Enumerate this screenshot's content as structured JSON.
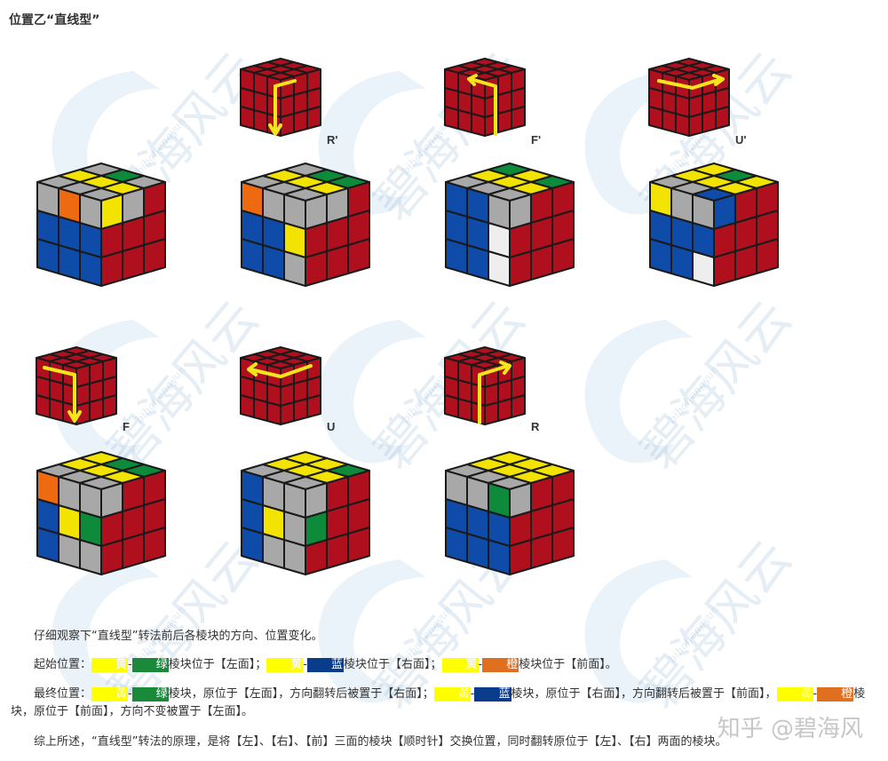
{
  "title": "位置乙“直线型”",
  "watermark": {
    "text": "碧海风云",
    "sub": "bihaifengyun"
  },
  "colors": {
    "red": "#b0101e",
    "green": "#0d8b3a",
    "blue": "#0f4ba8",
    "yellow": "#f2e400",
    "orange": "#ee6a10",
    "white": "#eeeeee",
    "gray": "#a8a8a8",
    "outline": "#1a1a1a",
    "arrow": "#f7e51c"
  },
  "moves_row1": [
    "R'",
    "F'",
    "U'"
  ],
  "moves_row2": [
    "F",
    "U",
    "R"
  ],
  "cubes_row1": [
    {
      "top": [
        "gray",
        "green",
        "gray",
        "yellow",
        "yellow",
        "yellow",
        "gray",
        "gray",
        "gray"
      ],
      "front": [
        "gray",
        "orange",
        "gray",
        "blue",
        "blue",
        "blue",
        "blue",
        "blue",
        "blue"
      ],
      "right": [
        "yellow",
        "gray",
        "red",
        "red",
        "red",
        "red",
        "red",
        "red",
        "red"
      ]
    },
    {
      "top": [
        "gray",
        "green",
        "green",
        "yellow",
        "yellow",
        "yellow",
        "gray",
        "gray",
        "gray"
      ],
      "front": [
        "orange",
        "gray",
        "gray",
        "blue",
        "blue",
        "yellow",
        "blue",
        "blue",
        "gray"
      ],
      "right": [
        "gray",
        "gray",
        "red",
        "red",
        "red",
        "red",
        "red",
        "red",
        "red"
      ]
    },
    {
      "top": [
        "green",
        "yellow",
        "green",
        "yellow",
        "yellow",
        "yellow",
        "gray",
        "gray",
        "gray"
      ],
      "front": [
        "blue",
        "blue",
        "gray",
        "blue",
        "blue",
        "white",
        "blue",
        "blue",
        "white"
      ],
      "right": [
        "gray",
        "red",
        "red",
        "red",
        "red",
        "red",
        "red",
        "red",
        "red"
      ]
    },
    {
      "top": [
        "yellow",
        "green",
        "yellow",
        "yellow",
        "yellow",
        "yellow",
        "gray",
        "gray",
        "blue"
      ],
      "front": [
        "yellow",
        "gray",
        "gray",
        "blue",
        "blue",
        "blue",
        "blue",
        "blue",
        "white"
      ],
      "right": [
        "blue",
        "red",
        "red",
        "red",
        "red",
        "red",
        "red",
        "red",
        "red"
      ]
    }
  ],
  "cubes_row2": [
    {
      "top": [
        "yellow",
        "green",
        "green",
        "yellow",
        "yellow",
        "yellow",
        "gray",
        "gray",
        "gray"
      ],
      "front": [
        "orange",
        "gray",
        "gray",
        "blue",
        "yellow",
        "green",
        "blue",
        "gray",
        "gray"
      ],
      "right": [
        "gray",
        "red",
        "red",
        "red",
        "red",
        "red",
        "red",
        "red",
        "red"
      ]
    },
    {
      "top": [
        "yellow",
        "yellow",
        "green",
        "yellow",
        "yellow",
        "yellow",
        "gray",
        "gray",
        "gray"
      ],
      "front": [
        "blue",
        "gray",
        "gray",
        "blue",
        "yellow",
        "gray",
        "blue",
        "gray",
        "gray"
      ],
      "right": [
        "gray",
        "red",
        "red",
        "green",
        "red",
        "red",
        "red",
        "red",
        "red"
      ]
    },
    {
      "top": [
        "yellow",
        "yellow",
        "yellow",
        "yellow",
        "yellow",
        "yellow",
        "gray",
        "gray",
        "gray"
      ],
      "front": [
        "gray",
        "gray",
        "green",
        "blue",
        "blue",
        "blue",
        "blue",
        "blue",
        "blue"
      ],
      "right": [
        "gray",
        "red",
        "red",
        "red",
        "red",
        "red",
        "red",
        "red",
        "red"
      ]
    }
  ],
  "text": {
    "p1": "仔细观察下“直线型”转法前后各棱块的方向、位置变化。",
    "p2_a": "起始位置：",
    "p2_y1": "黄",
    "p2_sep1": "-",
    "p2_g1": "绿",
    "p2_b": "棱块位于【左面】；",
    "p2_y2": "黄",
    "p2_sep2": "-",
    "p2_bl": "蓝",
    "p2_c": "棱块位于【右面】；",
    "p2_y3": "黄",
    "p2_sep3": "-",
    "p2_o": "橙",
    "p2_d": "棱块位于【前面】。",
    "p3_a": "最终位置：",
    "p3_y1": "黄",
    "p3_sep1": "-",
    "p3_g1": "绿",
    "p3_b": "棱块，原位于【左面】，方向翻转后被置于【右面】；",
    "p3_y2": "黄",
    "p3_sep2": "-",
    "p3_bl": "蓝",
    "p3_c": "棱块，原位于【右面】，方向翻转后被置于【前面】，",
    "p3_y3": "黄",
    "p3_sep3": "-",
    "p3_o": "橙",
    "p3_d": "棱块，原位于【前面】，方向不变被置于【左面】。",
    "p4": "综上所述，“直线型”转法的原理，是将【左】、【右】、【前】三面的棱块【顺时针】交换位置，同时翻转原位于【左】、【右】两面的棱块。"
  },
  "footer": "知乎 @碧海风"
}
